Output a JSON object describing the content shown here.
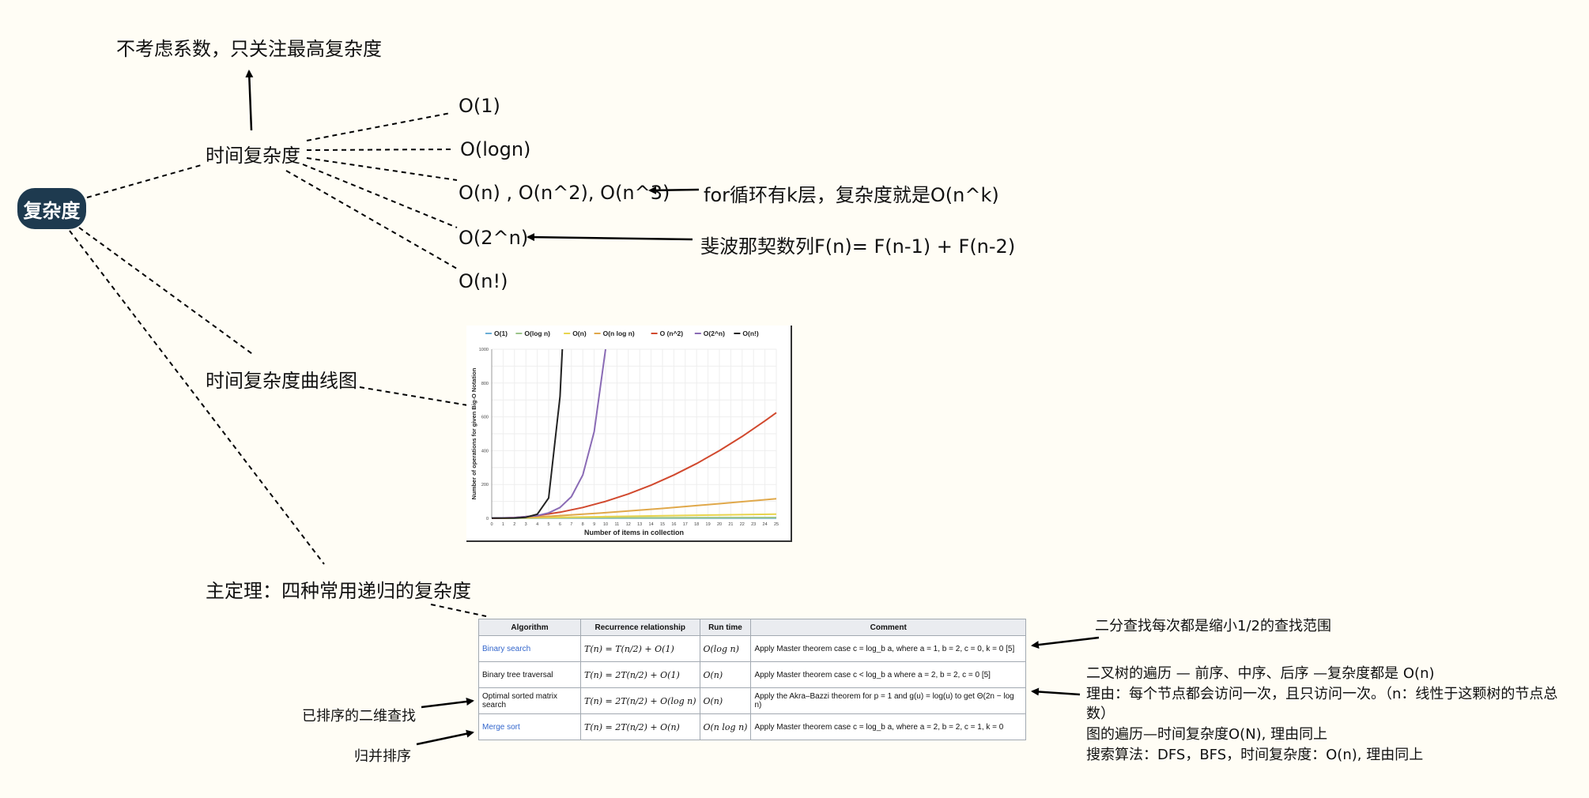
{
  "root": {
    "label": "复杂度"
  },
  "nodes": {
    "coefficient_note": "不考虑系数，只关注最高复杂度",
    "time_complexity": "时间复杂度",
    "time_curve": "时间复杂度曲线图",
    "master_theorem": "主定理：四种常用递归的复杂度"
  },
  "complexities": {
    "o1": "O(1)",
    "ologn": "O(logn)",
    "on": "O(n) , O(n^2), O(n^3)",
    "o2n": "O(2^n)",
    "onfact": "O(n!)"
  },
  "annotations": {
    "for_loop": "for循环有k层，复杂度就是O(n^k)",
    "fibonacci": "斐波那契数列F(n)= F(n-1) + F(n-2)",
    "binary_search": "二分查找每次都是缩小1/2的查找范围",
    "tree_line1": "二叉树的遍历 — 前序、中序、后序  —复杂度都是 O(n)",
    "tree_line2": "理由：每个节点都会访问一次，且只访问一次。（n：线性于这颗树的节点总",
    "tree_line3": "数）",
    "tree_line4": "图的遍历—时间复杂度O(N), 理由同上",
    "tree_line5": "搜索算法：DFS，BFS，时间复杂度：O(n), 理由同上",
    "sorted_matrix": "已排序的二维查找",
    "merge_sort": "归并排序"
  },
  "chart_data": {
    "type": "line",
    "xlabel": "Number of items in collection",
    "ylabel": "Number of operations for given Big-O Notation",
    "xlim": [
      0,
      25
    ],
    "ylim": [
      0,
      1000
    ],
    "x_ticks": [
      0,
      1,
      2,
      3,
      4,
      5,
      6,
      7,
      8,
      9,
      10,
      11,
      12,
      13,
      14,
      15,
      16,
      17,
      18,
      19,
      20,
      21,
      22,
      23,
      24,
      25
    ],
    "y_ticks": [
      0,
      200,
      400,
      600,
      800,
      1000
    ],
    "grid": true,
    "legend_position": "top",
    "series": [
      {
        "name": "O(1)",
        "color": "#6aaed6",
        "x": [
          0,
          5,
          10,
          15,
          20,
          25
        ],
        "y": [
          1,
          1,
          1,
          1,
          1,
          1
        ]
      },
      {
        "name": "O(log n)",
        "color": "#9cc48a",
        "x": [
          1,
          5,
          10,
          15,
          20,
          25
        ],
        "y": [
          0,
          2.3,
          3.3,
          3.9,
          4.3,
          4.6
        ]
      },
      {
        "name": "O(n)",
        "color": "#e8d44d",
        "x": [
          0,
          5,
          10,
          15,
          20,
          25
        ],
        "y": [
          0,
          5,
          10,
          15,
          20,
          25
        ]
      },
      {
        "name": "O(n log n)",
        "color": "#e0a84a",
        "x": [
          1,
          5,
          10,
          15,
          20,
          25
        ],
        "y": [
          0,
          11.6,
          33.2,
          58.6,
          86.4,
          116
        ]
      },
      {
        "name": "O (n^2)",
        "color": "#d1492e",
        "x": [
          0,
          2,
          4,
          6,
          8,
          10,
          12,
          14,
          16,
          18,
          20,
          22,
          24,
          25
        ],
        "y": [
          0,
          4,
          16,
          36,
          64,
          100,
          144,
          196,
          256,
          324,
          400,
          484,
          576,
          625
        ]
      },
      {
        "name": "O(2^n)",
        "color": "#8a6bb5",
        "x": [
          0,
          2,
          4,
          5,
          6,
          7,
          8,
          9,
          10
        ],
        "y": [
          1,
          4,
          16,
          32,
          64,
          128,
          256,
          512,
          1000
        ]
      },
      {
        "name": "O(n!)",
        "color": "#222222",
        "x": [
          0,
          2,
          3,
          4,
          5,
          6,
          6.2
        ],
        "y": [
          1,
          2,
          6,
          24,
          120,
          720,
          1000
        ]
      }
    ]
  },
  "table": {
    "headers": [
      "Algorithm",
      "Recurrence relationship",
      "Run time",
      "Comment"
    ],
    "rows": [
      {
        "algorithm": "Binary search",
        "relation": "T(n) = T(n/2) + O(1)",
        "runtime": "O(log n)",
        "comment": "Apply Master theorem case c = log_b a, where a = 1, b = 2, c = 0, k = 0 [5]"
      },
      {
        "algorithm": "Binary tree traversal",
        "relation": "T(n) = 2T(n/2) + O(1)",
        "runtime": "O(n)",
        "comment": "Apply Master theorem case c < log_b a where a = 2, b = 2, c = 0 [5]"
      },
      {
        "algorithm": "Optimal sorted matrix search",
        "relation": "T(n) = 2T(n/2) + O(log n)",
        "runtime": "O(n)",
        "comment": "Apply the Akra–Bazzi theorem for p = 1 and g(u) = log(u) to get Θ(2n − log n)"
      },
      {
        "algorithm": "Merge sort",
        "relation": "T(n) = 2T(n/2) + O(n)",
        "runtime": "O(n log n)",
        "comment": "Apply Master theorem case c = log_b a, where a = 2, b = 2, c = 1, k = 0"
      }
    ]
  }
}
